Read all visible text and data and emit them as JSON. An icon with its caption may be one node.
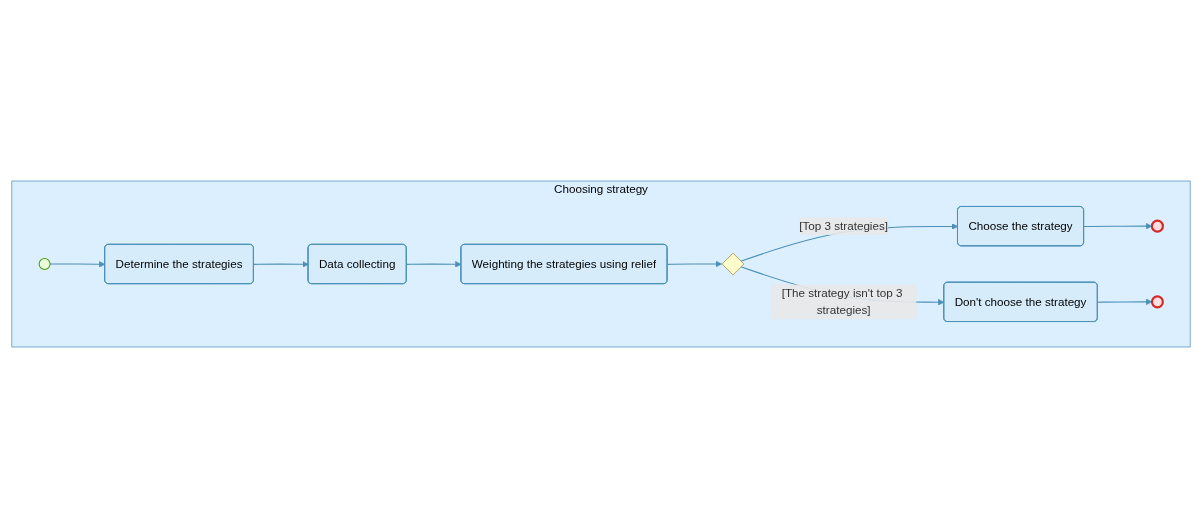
{
  "diagram": {
    "nodes": [
      {
        "text": [
          "Choosing strategy"
        ]
      },
      {
        "text": [],
        "shape": "circle",
        "in": 0
      },
      {
        "text": [
          "Determine the strategies"
        ],
        "in": 0
      },
      {
        "text": [
          "Data collecting"
        ],
        "in": 0
      },
      {
        "text": [
          "Weighting the strategies using relief"
        ],
        "in": 0
      },
      {
        "text": [],
        "shape": "diamond",
        "in": 0
      },
      {
        "text": [
          "Choose the strategy"
        ],
        "in": 0
      },
      {
        "text": [],
        "shape": "circle",
        "in": 0
      },
      {
        "text": [
          "Don't choose the strategy"
        ],
        "in": 0
      },
      {
        "text": [],
        "shape": "circle",
        "in": 0
      }
    ],
    "edges": [
      {
        "from": 1,
        "to": 2,
        "arrow": "to"
      },
      {
        "from": 2,
        "to": 3,
        "arrow": "to"
      },
      {
        "from": 3,
        "to": 4,
        "arrow": "to"
      },
      {
        "from": 4,
        "to": 5,
        "arrow": "to"
      },
      {
        "from": 5,
        "to": 6,
        "arrow": "to",
        "label": "[Top 3 strategies]"
      },
      {
        "from": 6,
        "to": 7,
        "arrow": "to"
      },
      {
        "from": 5,
        "to": 8,
        "arrow": "to",
        "label": "[The strategy isn't top 3 strategies]"
      },
      {
        "from": 8,
        "to": 9,
        "arrow": "to"
      }
    ]
  }
}
